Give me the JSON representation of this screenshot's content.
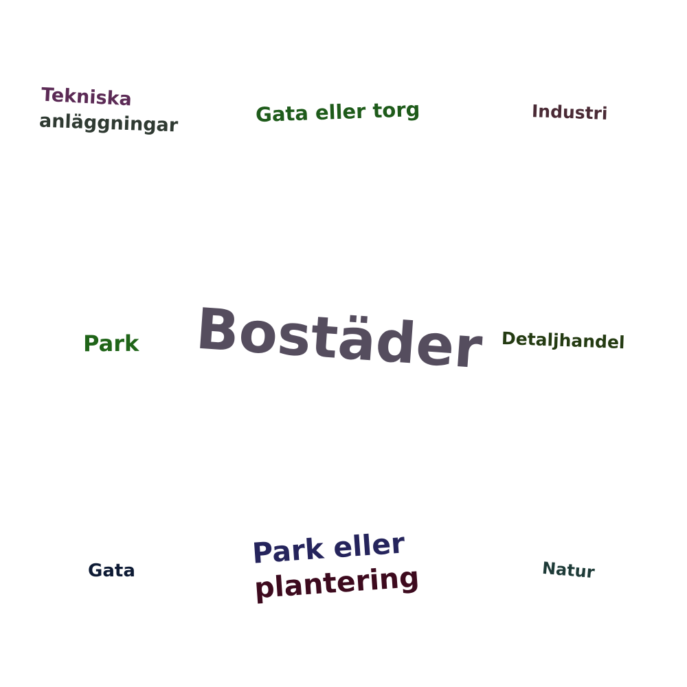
{
  "words": [
    {
      "text": "Tekniska",
      "color": "#5b2a55"
    },
    {
      "text": "anläggningar",
      "color": "#2f3a32"
    },
    {
      "text": "Gata eller torg",
      "color": "#1e5b1a"
    },
    {
      "text": "Industri",
      "color": "#4a2a35"
    },
    {
      "text": "Park",
      "color": "#1f6418"
    },
    {
      "text": "Bostäder",
      "color": "#554d5e"
    },
    {
      "text": "Detaljhandel",
      "color": "#243b12"
    },
    {
      "text": "Gata",
      "color": "#0d1a34"
    },
    {
      "text": "Park eller",
      "color": "#25245c"
    },
    {
      "text": "plantering",
      "color": "#3d0a1e"
    },
    {
      "text": "Natur",
      "color": "#1e3b38"
    }
  ]
}
